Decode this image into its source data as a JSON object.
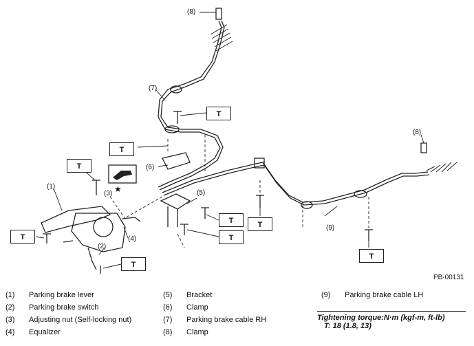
{
  "callouts": {
    "c1": "(1)",
    "c2": "(2)",
    "c3": "(3)",
    "c4": "(4)",
    "c5": "(5)",
    "c6": "(6)",
    "c7": "(7)",
    "c8a": "(8)",
    "c8b": "(8)",
    "c9": "(9)"
  },
  "torque_marker": "T",
  "star": "★",
  "figure_id": "PB-00131",
  "legend": [
    {
      "num": "(1)",
      "label": "Parking brake lever"
    },
    {
      "num": "(2)",
      "label": "Parking brake switch"
    },
    {
      "num": "(3)",
      "label": "Adjusting nut (Self-locking nut)"
    },
    {
      "num": "(4)",
      "label": "Equalizer"
    },
    {
      "num": "(5)",
      "label": "Bracket"
    },
    {
      "num": "(6)",
      "label": "Clamp"
    },
    {
      "num": "(7)",
      "label": "Parking brake cable RH"
    },
    {
      "num": "(8)",
      "label": "Clamp"
    },
    {
      "num": "(9)",
      "label": "Parking brake cable LH"
    }
  ],
  "torque": {
    "title": "Tightening torque:N·m (kgf-m, ft-lb)",
    "value": "T:   18 (1.8, 13)"
  }
}
